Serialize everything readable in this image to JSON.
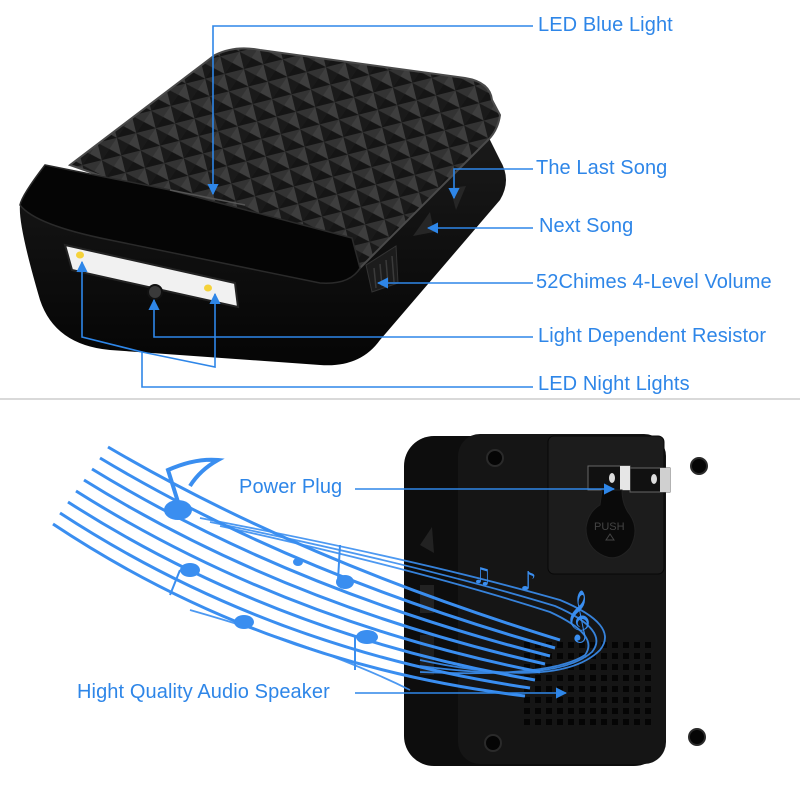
{
  "top_panel": {
    "product_view": "front-angled view of doorbell receiver",
    "callouts": [
      {
        "id": "led-blue-light",
        "label": "LED Blue Light"
      },
      {
        "id": "last-song",
        "label": "The Last Song"
      },
      {
        "id": "next-song",
        "label": "Next Song"
      },
      {
        "id": "volume",
        "label": "52Chimes 4-Level Volume"
      },
      {
        "id": "ldr",
        "label": "Light Dependent Resistor"
      },
      {
        "id": "night-lights",
        "label": "LED Night Lights"
      }
    ]
  },
  "bottom_panel": {
    "product_view": "rear view of doorbell receiver with plug",
    "plug_text": "PUSH",
    "callouts": [
      {
        "id": "power-plug",
        "label": "Power Plug"
      },
      {
        "id": "speaker",
        "label": "Hight Quality Audio Speaker"
      }
    ]
  },
  "colors": {
    "accent": "#2e86e8",
    "device_body": "#111111",
    "device_top": "#2a2a2a",
    "led": "#f5d23a",
    "divider": "#d9d9d9",
    "music_wave": "#3a8ef0"
  }
}
